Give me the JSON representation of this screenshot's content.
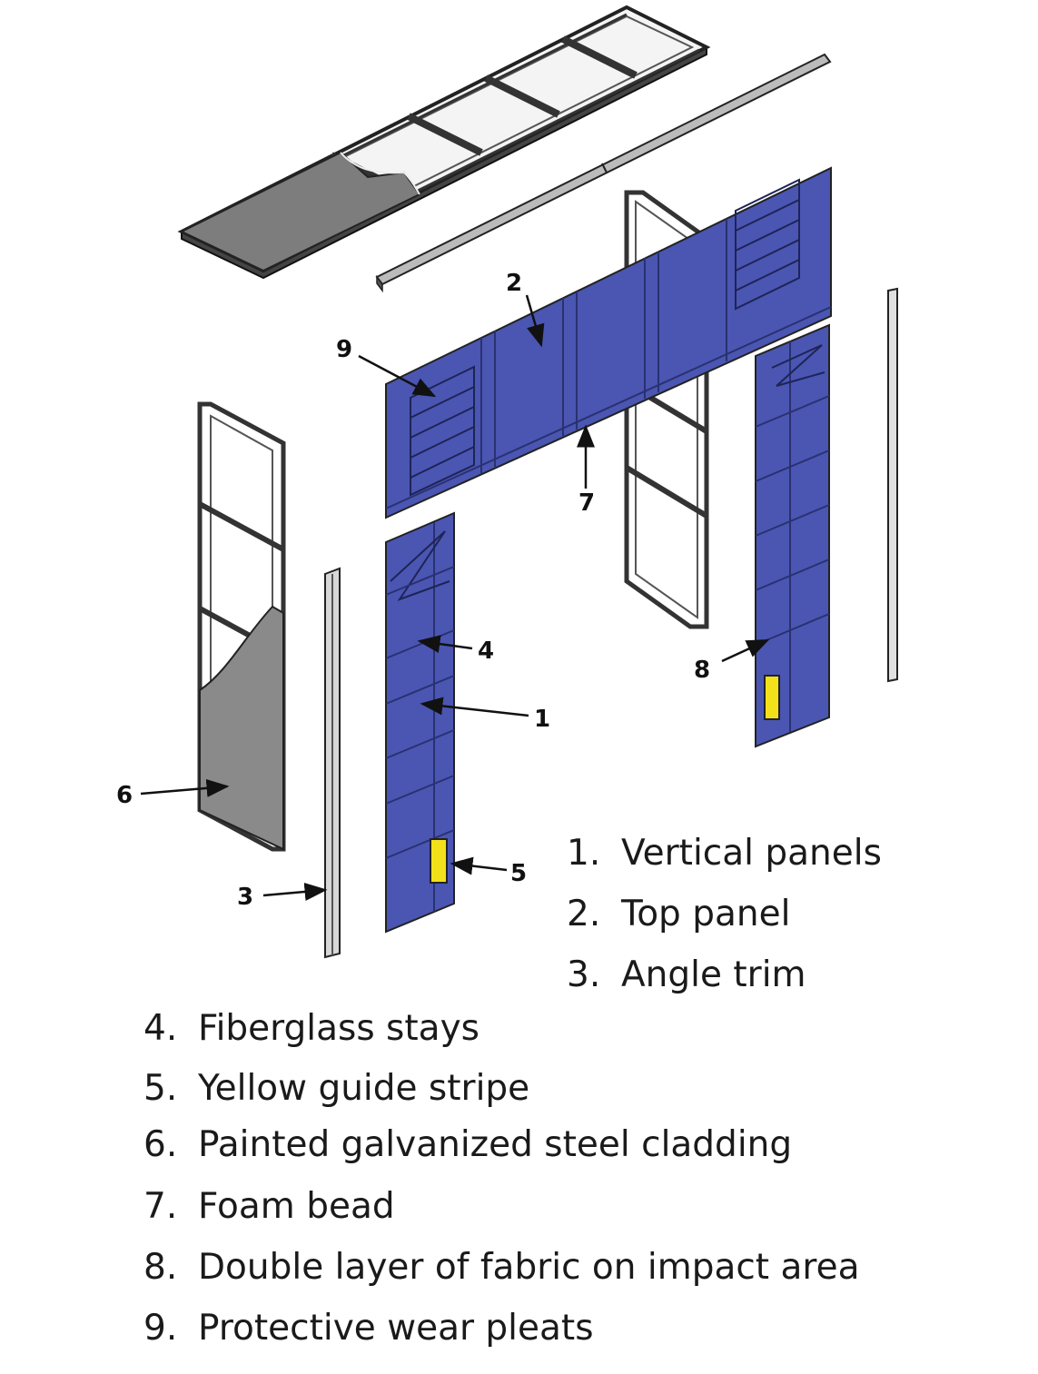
{
  "colors": {
    "panel_fill": "#4a56b2",
    "panel_seam": "#2a3170",
    "stripe": "#f2e11a",
    "frame": "#3a3a3a",
    "cladding": "#8a8a8a",
    "line": "#111111",
    "background": "#ffffff"
  },
  "callouts": [
    "1",
    "2",
    "3",
    "4",
    "5",
    "6",
    "7",
    "8",
    "9"
  ],
  "legend": [
    {
      "num": "1.",
      "label": "Vertical panels"
    },
    {
      "num": "2.",
      "label": "Top panel"
    },
    {
      "num": "3.",
      "label": "Angle trim"
    },
    {
      "num": "4.",
      "label": "Fiberglass stays"
    },
    {
      "num": "5.",
      "label": "Yellow guide stripe"
    },
    {
      "num": "6.",
      "label": "Painted galvanized steel cladding"
    },
    {
      "num": "7.",
      "label": "Foam bead"
    },
    {
      "num": "8.",
      "label": "Double layer of fabric on impact area"
    },
    {
      "num": "9.",
      "label": "Protective wear pleats"
    }
  ]
}
